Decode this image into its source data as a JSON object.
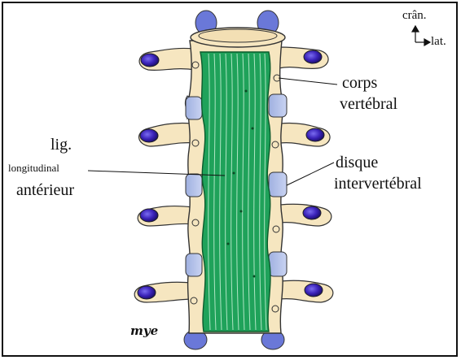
{
  "labels": {
    "corps_line1": "corps",
    "corps_line2": "vertébral",
    "lig_line1": "lig.",
    "lig_line2": "longitudinal",
    "lig_line3": "antérieur",
    "disque_line1": "disque",
    "disque_line2": "intervertébral"
  },
  "orientation": {
    "cranial": "crân.",
    "lateral": "lat."
  },
  "signature": "mye"
}
